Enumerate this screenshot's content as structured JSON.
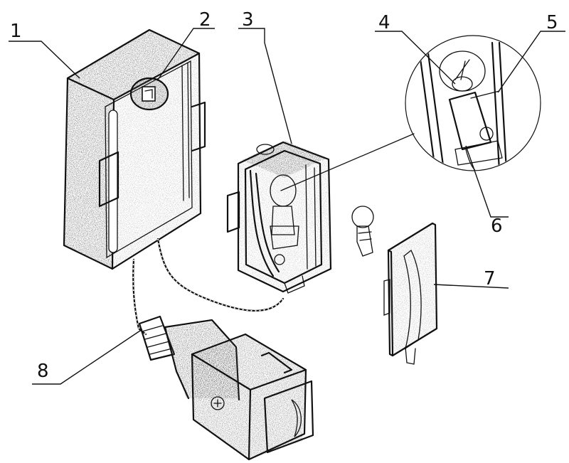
{
  "labels": {
    "l1": "1",
    "l2": "2",
    "l3": "3",
    "l4": "4",
    "l5": "5",
    "l6": "6",
    "l7": "7",
    "l8": "8"
  },
  "colors": {
    "ink": "#111111",
    "stipple": "#2a2a2a",
    "paper": "#ffffff"
  }
}
